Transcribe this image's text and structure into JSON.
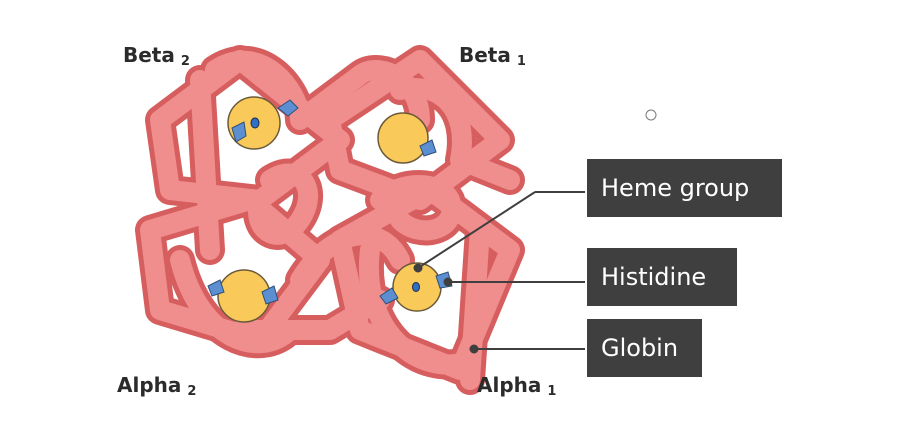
{
  "diagram": {
    "subunits": [
      {
        "id": "beta2",
        "name": "Beta",
        "index": "2"
      },
      {
        "id": "beta1",
        "name": "Beta",
        "index": "1"
      },
      {
        "id": "alpha2",
        "name": "Alpha",
        "index": "2"
      },
      {
        "id": "alpha1",
        "name": "Alpha",
        "index": "1"
      }
    ],
    "callouts": {
      "heme": "Heme group",
      "histidine": "Histidine",
      "globin": "Globin"
    },
    "colors": {
      "globin_fill": "#e87b7b",
      "globin_outline": "#d65e5e",
      "heme_fill": "#f9c95a",
      "histidine_fill": "#5b8fd1",
      "callout_bg": "#3f3f3f"
    }
  }
}
